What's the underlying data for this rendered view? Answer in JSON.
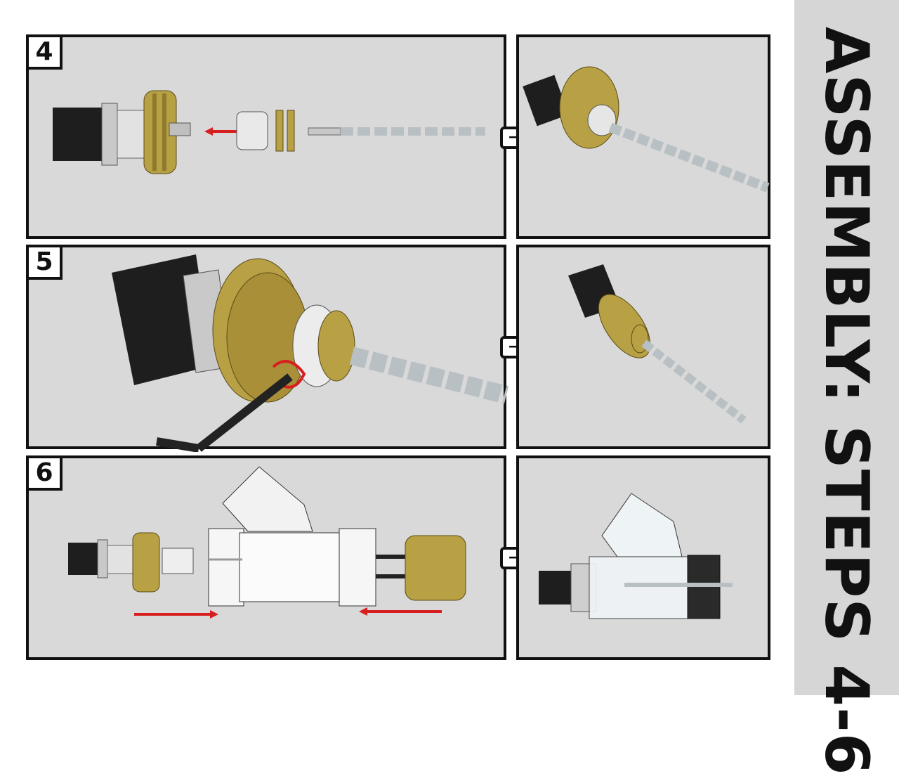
{
  "title": "ASSEMBLY: STEPS 4-6",
  "steps": [
    {
      "number": "4",
      "arrow": "→"
    },
    {
      "number": "5",
      "arrow": "→"
    },
    {
      "number": "6",
      "arrow": "→"
    }
  ],
  "colors": {
    "panel_bg": "#d9d9d9",
    "border": "#111111",
    "brass": "#b8a044",
    "motor_black": "#1e1e1e",
    "motor_silver": "#c9c9c9",
    "auger": "#b9c0c4",
    "arrow_red": "#d81f1f",
    "pipe_white": "#f6f6f6",
    "sidebar": "#d6d6d6"
  }
}
